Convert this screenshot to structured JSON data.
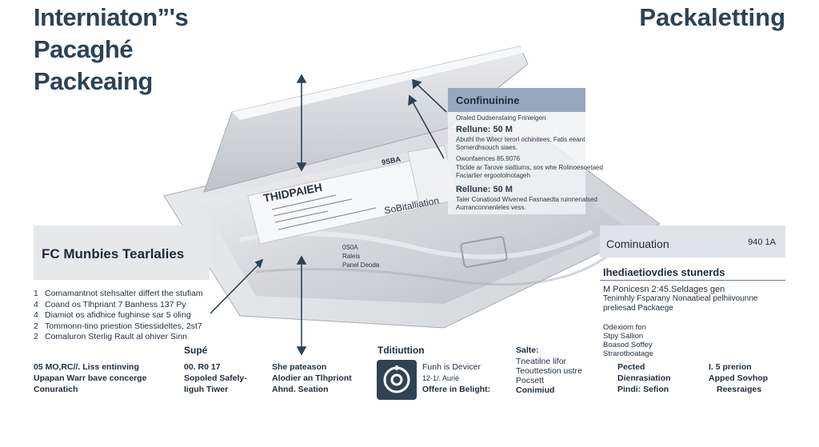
{
  "title": [
    "Interniaton”'s",
    "Pacaghé",
    "Packeaing"
  ],
  "title_right": "Packaletting",
  "pouch": {
    "label_main": "THIDPAIEH",
    "label_code": "9SBA",
    "label_sub": "SoBitalliation",
    "label_small_code": "0S0A",
    "label_small_lines": [
      "Raleis",
      "Panel Deoda"
    ]
  },
  "left_panel": {
    "title": "FC Munbies Tearlalies",
    "items": [
      {
        "num": "1",
        "text": "Comamantnot stehsalter differt the stufiam"
      },
      {
        "num": "4",
        "text": "Coand os Tlhpriant 7 Banhess 137 Py"
      },
      {
        "num": "4",
        "text": "Diamiot os afidhice fughinse sar  5 oling"
      },
      {
        "num": "2",
        "text": "Tommonn-tino priestion Stiessideltes,  2st7"
      },
      {
        "num": "2",
        "text": "Comaluron Sterlig Rault al ohiver Sinn"
      }
    ]
  },
  "callout": {
    "title": "Confinuinine",
    "lines": [
      "Oraled Dudsenstaing Frinieigen",
      "Rellune: 50 M",
      "Abuthl the Wiecr terorl ochinitees,  Fatis eeant",
      "Somerdhsouch siaes.",
      "Owonfaences 85.9076",
      "Tticlde ar Tarove sialtiums, sos whe Rolinoesoetaed",
      "Faciarlier ergootolnotageh",
      "Rellune: 50 M",
      "Taler Conatiosd Wivened Fasnaedta ruinnenalsed",
      "Aurranconnenleles vess."
    ]
  },
  "right_panel": {
    "title": "Cominuation",
    "number": "940 1A",
    "heading": "Ihediaetiovdies stunerds",
    "block1": [
      "M Ponicesn 2:45.Seldages gen",
      "Tenimhly Fsparany Nonaatieal pelhiivounne",
      "preliesad Packaege"
    ],
    "block2": [
      "Odexiom fon",
      "Stpy Sallion",
      "Boasod Soffey",
      "Strarotboatage"
    ]
  },
  "bottom": {
    "col1": [
      "05 MO,RC//. Liss entinving",
      "Upapan Warr bave concerge",
      "Conuratich"
    ],
    "col2_label": "Supé",
    "col2": [
      "00. R0 17",
      "Sopoled Safely-",
      "Iiguh Tiwer"
    ],
    "col3": [
      "She pateason",
      "Alodier an Tlhpriont",
      "Ahnd. Seation"
    ],
    "col4_label": "Tditiuttion",
    "col4": [
      "Funh is Devicer",
      "12-1/. Aurié",
      "Offere in Belight:"
    ],
    "col5_label": "Salte:",
    "col5": [
      "Tneatilne lifor",
      "Teouttestion ustre",
      "Pocsett",
      "Conimiud"
    ],
    "col6": [
      "Pected",
      "Dienrasiation",
      "Pindi: Sefion"
    ],
    "col7": [
      "I. 5 prerion",
      "Apped Sovhop",
      "Reesraiges"
    ]
  },
  "icons": [
    "shield-target-icon"
  ],
  "colors": {
    "title": "#2c4356",
    "callout_head": "#95a8bf",
    "panel_right": "#dfe3ea",
    "icon_box": "#2e4354"
  }
}
